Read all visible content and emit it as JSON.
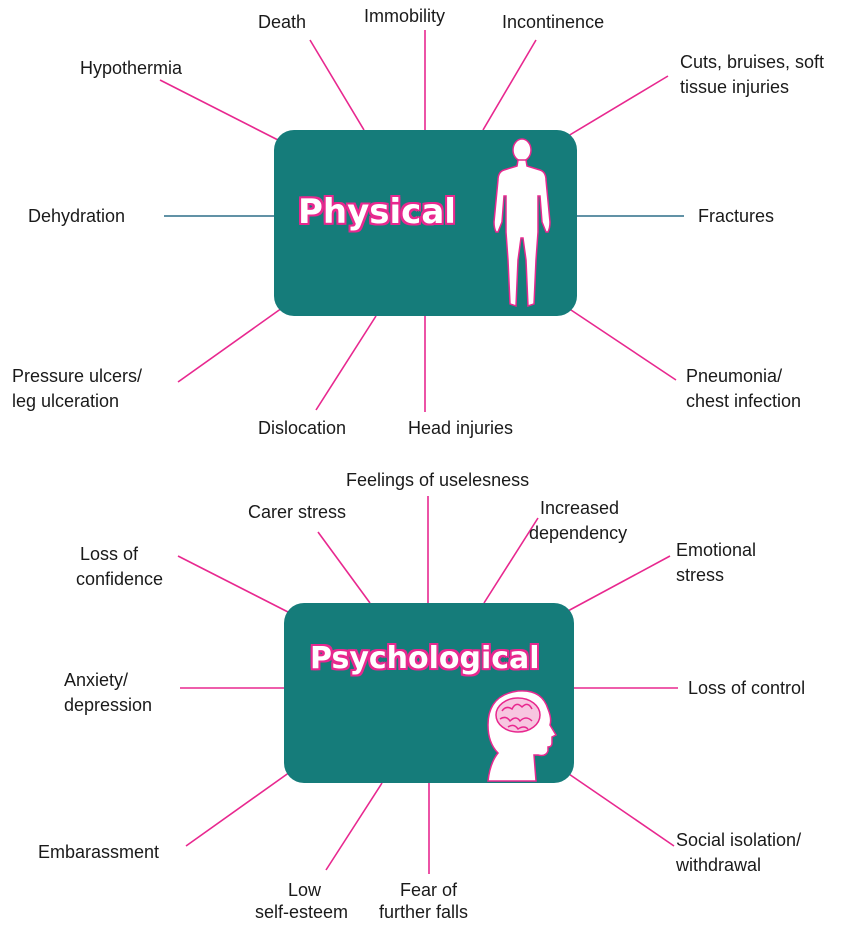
{
  "physical": {
    "title": "Physical",
    "color_box": "#157c7a",
    "color_accent": "#e8288f",
    "icon": "human-figure-icon",
    "labels": {
      "death": "Death",
      "immobility": "Immobility",
      "incontinence": "Incontinence",
      "hypothermia": "Hypothermia",
      "cuts_1": "Cuts, bruises, soft",
      "cuts_2": "tissue injuries",
      "dehydration": "Dehydration",
      "fractures": "Fractures",
      "pressure_1": "Pressure ulcers/",
      "pressure_2": "leg ulceration",
      "pneumonia_1": "Pneumonia/",
      "pneumonia_2": "chest infection",
      "dislocation": "Dislocation",
      "head_injuries": "Head injuries"
    }
  },
  "psychological": {
    "title": "Psychological",
    "icon": "head-brain-icon",
    "labels": {
      "useless": "Feelings of uselesness",
      "carer": "Carer stress",
      "dependency_1": "Increased",
      "dependency_2": "dependency",
      "confidence_1": "Loss of",
      "confidence_2": "confidence",
      "emotional_1": "Emotional",
      "emotional_2": "stress",
      "anxiety_1": "Anxiety/",
      "anxiety_2": "depression",
      "control": "Loss of control",
      "embarrassment": "Embarassment",
      "social_1": "Social isolation/",
      "social_2": "withdrawal",
      "low_1": "Low",
      "low_2": "self-esteem",
      "fear_1": "Fear of",
      "fear_2": "further falls"
    }
  }
}
